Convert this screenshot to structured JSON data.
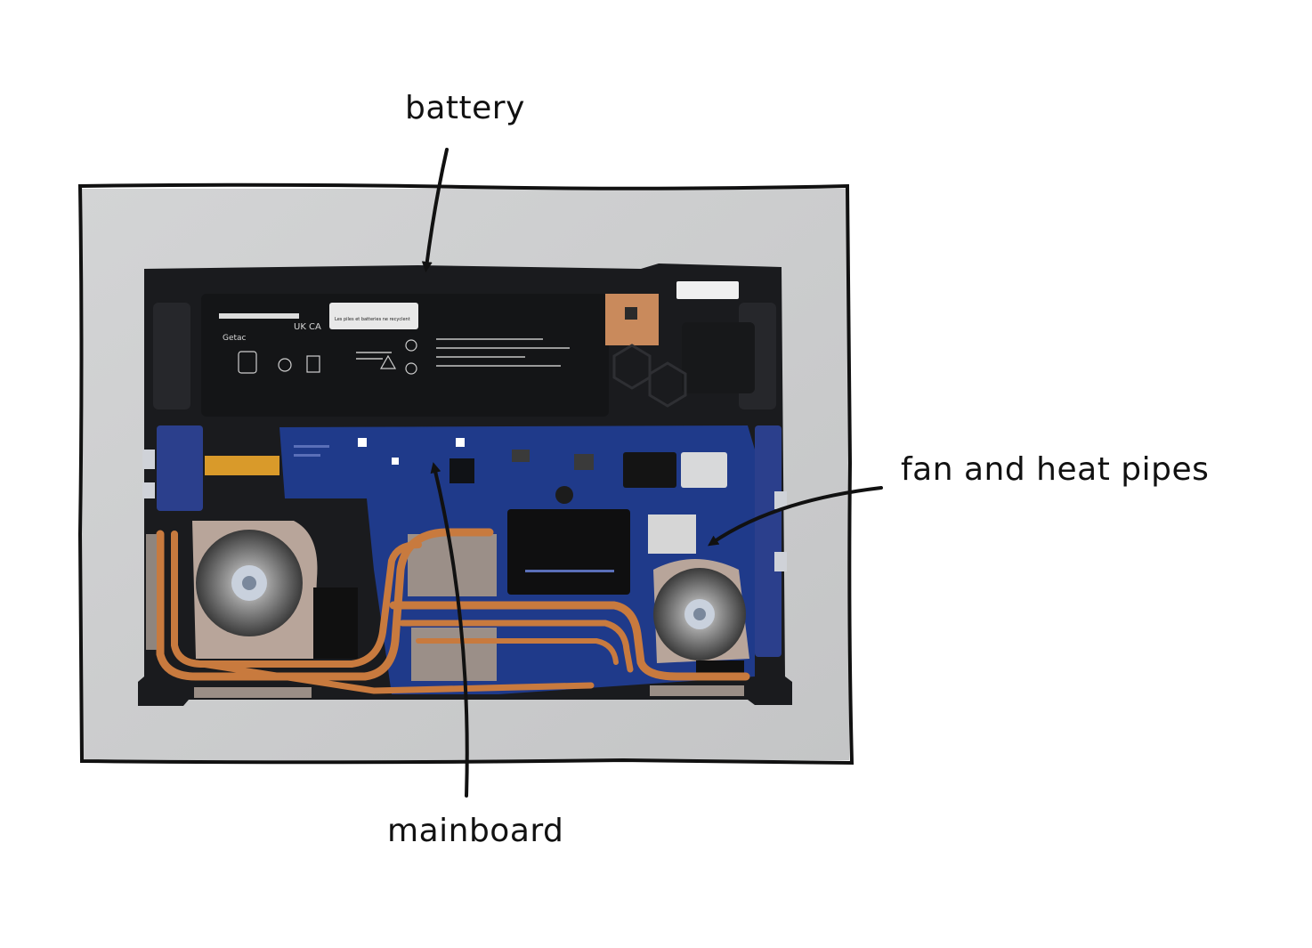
{
  "labels": {
    "battery": "battery",
    "fan_and_heat_pipes": "fan and heat pipes",
    "mainboard": "mainboard"
  },
  "battery_print": {
    "brand": "Getac",
    "marks": "UK CA",
    "warning": "Les piles et batteries ne recyclent"
  },
  "colors": {
    "photo_background": "#c9cacb",
    "chassis": "#1a1b1e",
    "battery": "#141517",
    "mainboard": "#1f3a8a",
    "copper": "#c87a3e",
    "fan_plate": "#b8a59a",
    "outline": "#111111"
  }
}
